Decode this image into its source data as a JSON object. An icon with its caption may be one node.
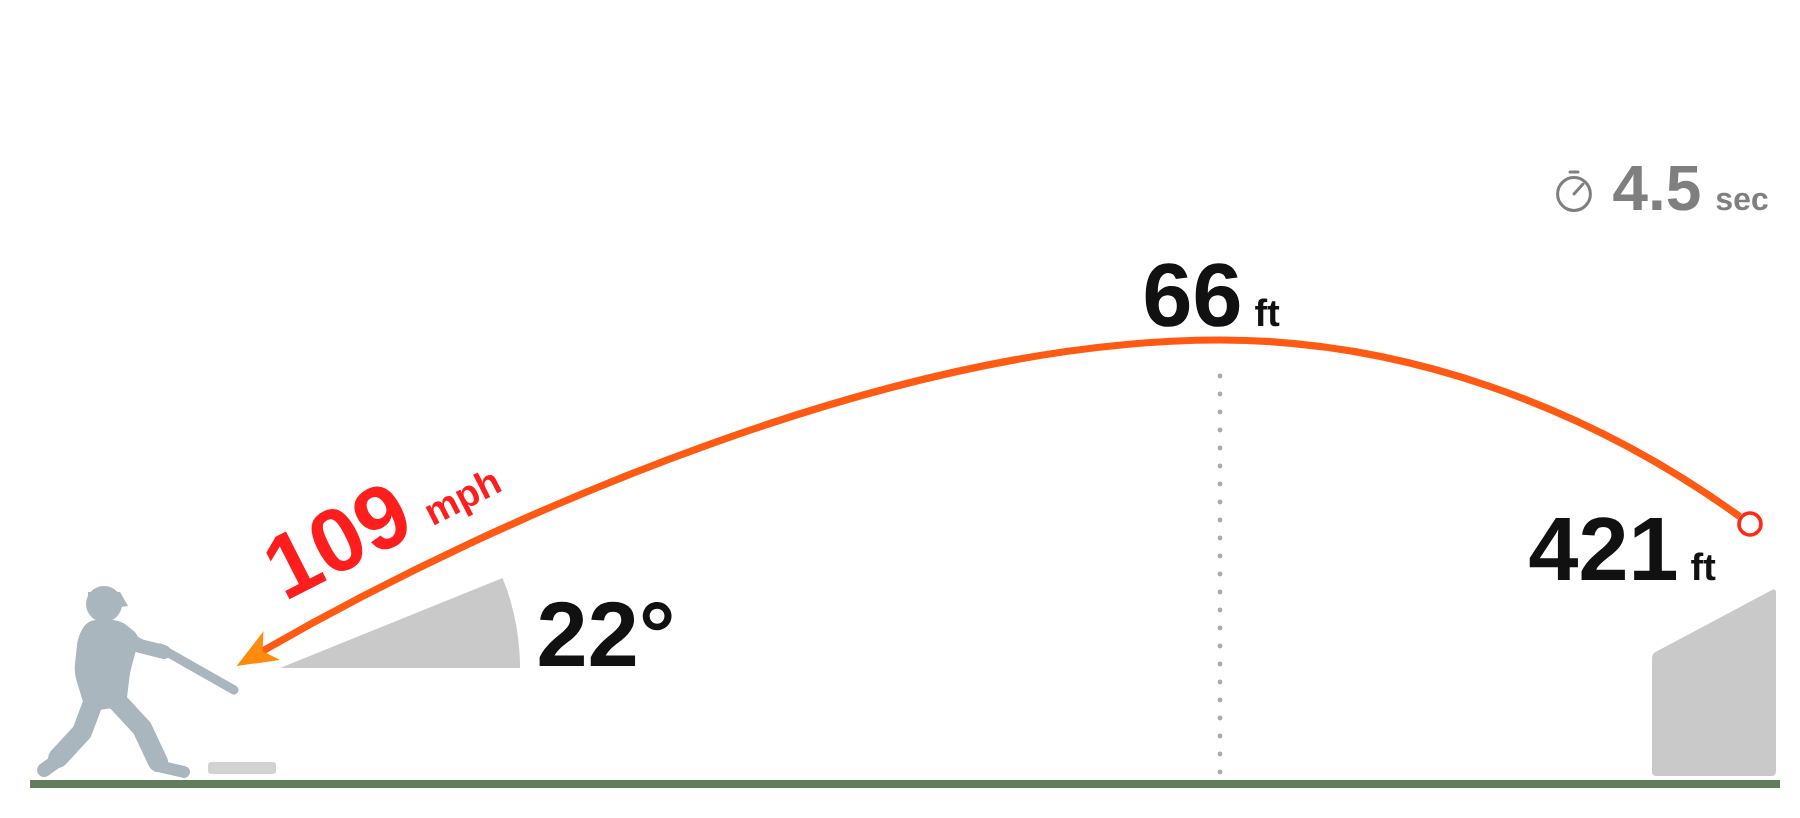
{
  "diagram": {
    "nodes": [
      {
        "text": [],
        "shape": "person"
      },
      {
        "text": [],
        "shape": "wedge",
        "beside": [
          "22°"
        ]
      },
      {
        "text": [],
        "shape": "circle",
        "beside": [
          "421 ft"
        ]
      },
      {
        "text": [],
        "shape": "trapezoid"
      }
    ],
    "edges": [
      {
        "from": 2,
        "to": 0,
        "arrow": "to",
        "label": "109 mph"
      }
    ],
    "labels": [
      "4.5 sec",
      "66 ft"
    ]
  }
}
